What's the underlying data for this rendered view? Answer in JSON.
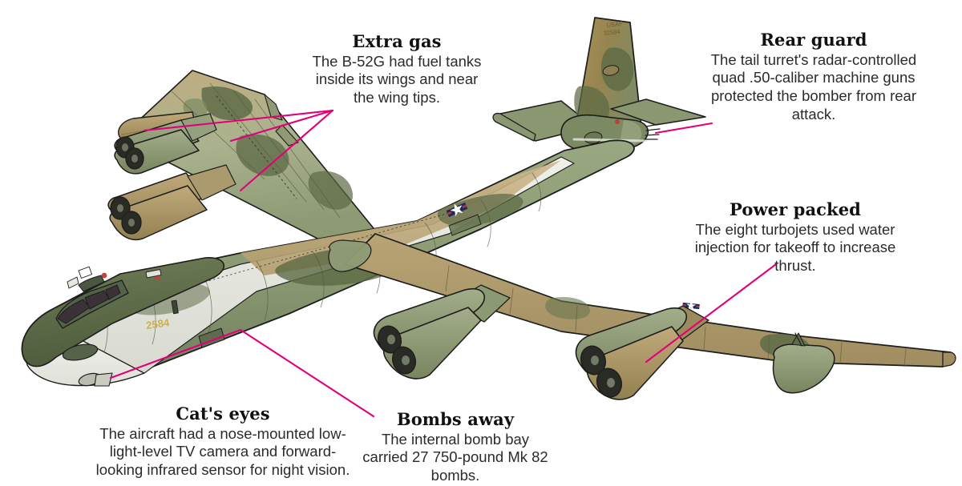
{
  "subject": {
    "aircraft": "B-52G",
    "nose_serial": "2584",
    "tail_marking_line1": "USAF",
    "tail_marking_line2": "32584"
  },
  "colors": {
    "leader": "#E2007A",
    "headline": "#111111",
    "body": "#2b2b2b",
    "background": "#ffffff",
    "camo_tan": "#c3ab79",
    "camo_light_green": "#9aa882",
    "camo_mid_green": "#7e8b67",
    "camo_dark_green": "#4d5a3c",
    "camo_brown": "#8b7a4d",
    "belly_white": "#f2f2ee",
    "outline": "#1d1d1b"
  },
  "callouts": [
    {
      "id": "extra-gas",
      "title": "Extra gas",
      "body": "The B-52G had fuel tanks inside its wings and near the wing tips."
    },
    {
      "id": "rear-guard",
      "title": "Rear guard",
      "body": "The tail turret's radar-controlled quad .50-caliber machine guns protected the bomber from rear attack."
    },
    {
      "id": "power-packed",
      "title": "Power packed",
      "body": "The eight turbojets used water injection for takeoff to increase thrust."
    },
    {
      "id": "cats-eyes",
      "title": "Cat's eyes",
      "body": "The aircraft had a nose-mounted low-light-level TV camera and forward-looking infrared sensor for night vision."
    },
    {
      "id": "bombs-away",
      "title": "Bombs away",
      "body": "The internal bomb bay carried 27 750-pound Mk 82 bombs."
    }
  ]
}
